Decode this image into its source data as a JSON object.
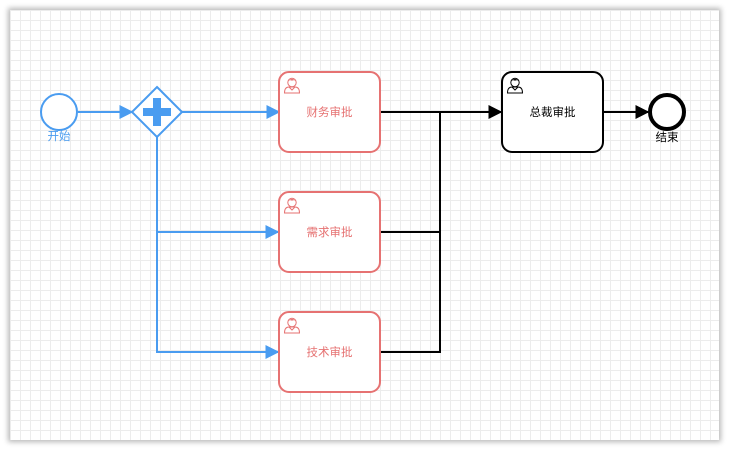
{
  "nodes": {
    "start": {
      "label": "开始"
    },
    "finance": {
      "label": "财务审批"
    },
    "demand": {
      "label": "需求审批"
    },
    "tech": {
      "label": "技术审批"
    },
    "ceo": {
      "label": "总裁审批"
    },
    "end": {
      "label": "结束"
    }
  },
  "colors": {
    "flow_active": "#4a9cf0",
    "task_active": "#e67272",
    "task_pending": "#000000",
    "grid": "#ececec"
  },
  "icons": {
    "gateway": "parallel-gateway-plus",
    "task": "user-task-icon"
  }
}
